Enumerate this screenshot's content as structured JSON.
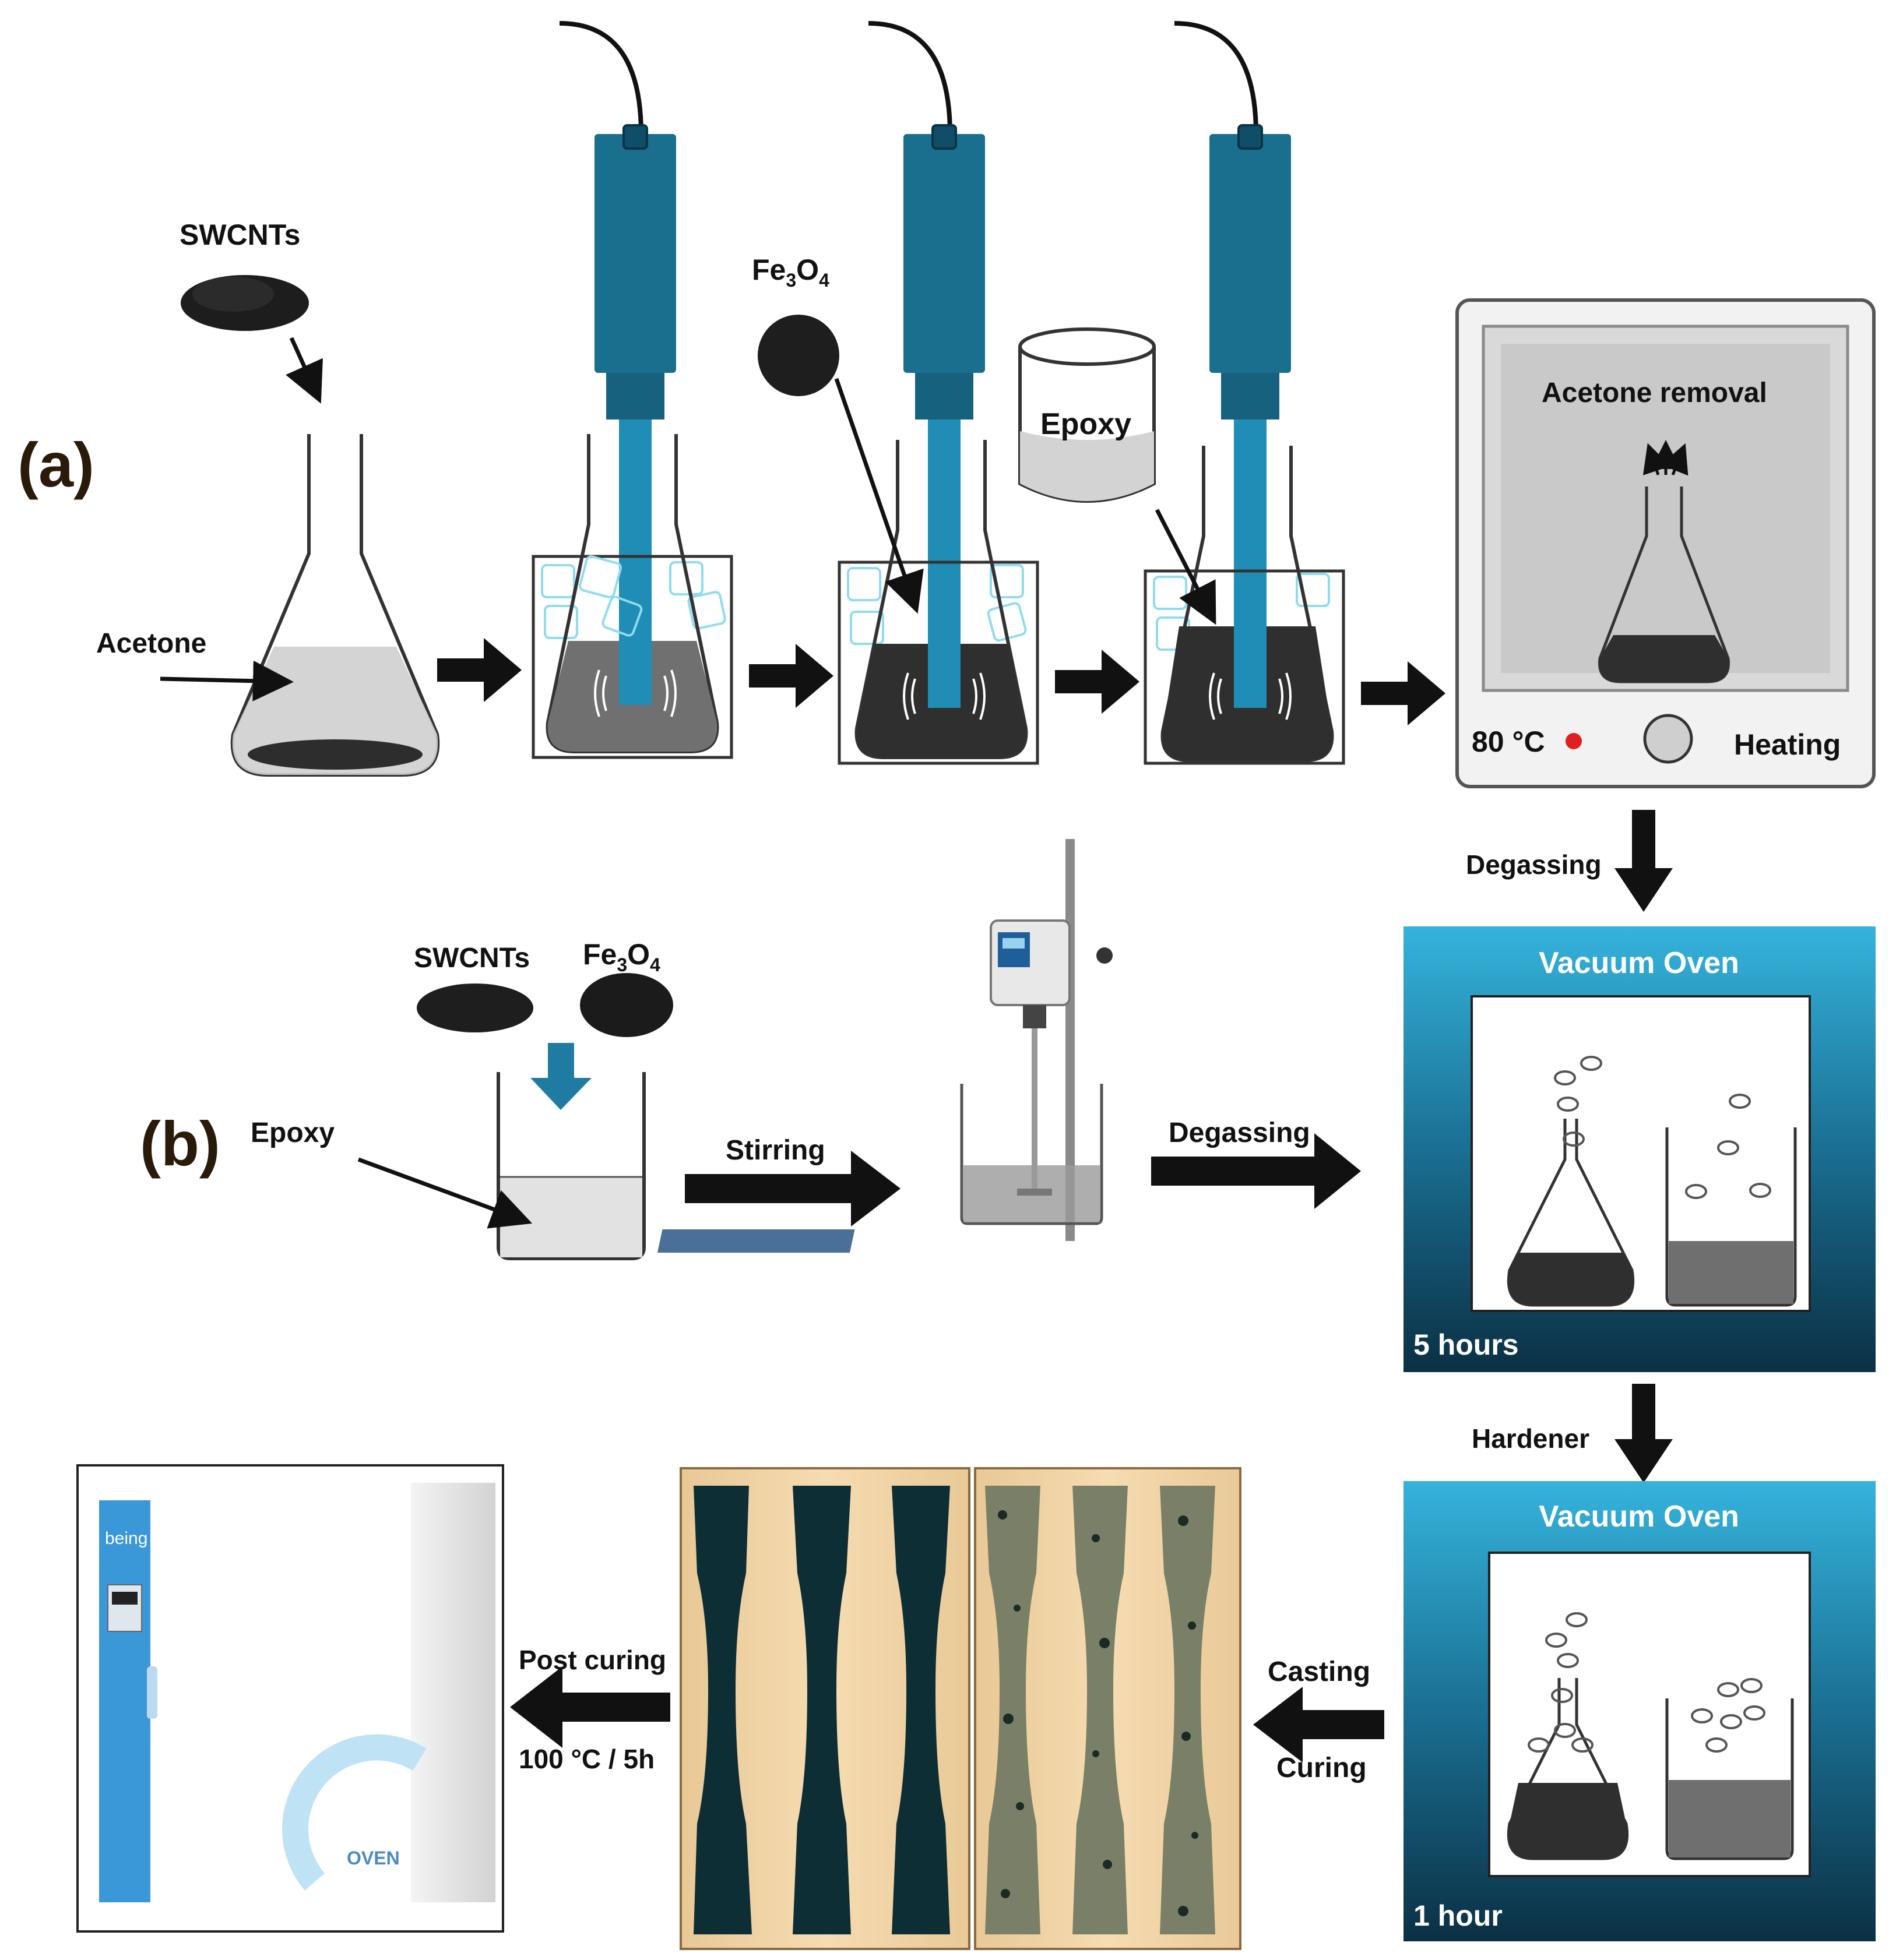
{
  "panel_a": {
    "label": "(a)",
    "swcnts": "SWCNTs",
    "acetone": "Acetone",
    "fe3o4_main": "Fe",
    "fe3o4_sub1": "3",
    "fe3o4_mid": "O",
    "fe3o4_sub2": "4",
    "epoxy": "Epoxy",
    "oven_title": "Acetone removal",
    "oven_temp": "80 °C",
    "oven_mode": "Heating"
  },
  "panel_b": {
    "label": "(b)",
    "swcnts": "SWCNTs",
    "fe3o4_main": "Fe",
    "fe3o4_sub1": "3",
    "fe3o4_mid": "O",
    "fe3o4_sub2": "4",
    "epoxy": "Epoxy",
    "stirring": "Stirring",
    "degassing": "Degassing"
  },
  "flow": {
    "degassing": "Degassing",
    "hardener": "Hardener",
    "casting": "Casting",
    "curing": "Curing",
    "post_curing": "Post curing",
    "post_curing_cond": "100 °C / 5h"
  },
  "vacuum_oven_1": {
    "title": "Vacuum Oven",
    "duration": "5 hours"
  },
  "vacuum_oven_2": {
    "title": "Vacuum Oven",
    "duration": "1 hour"
  },
  "oven_brand": {
    "top": "being",
    "bottom": "OVEN"
  },
  "colors": {
    "probe": "#1a6f8e",
    "probe_dark": "#0f4e66",
    "ice": "#8fdcef",
    "vac_top": "#2fa6cf",
    "vac_bottom": "#0c3346",
    "mix_dark": "#2f2f2f",
    "mix_grey": "#707070"
  }
}
